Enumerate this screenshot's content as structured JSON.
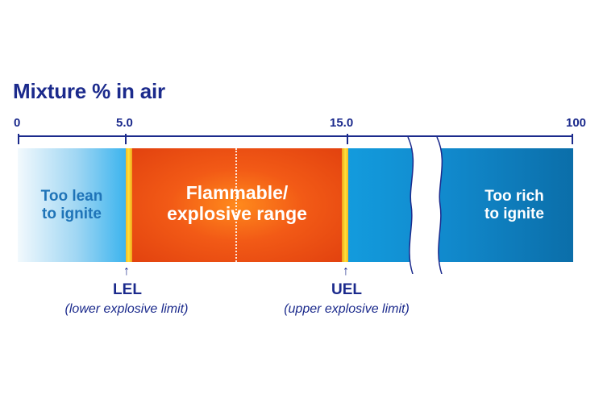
{
  "title": "Mixture % in air",
  "scale": {
    "ticks": [
      {
        "label": "0",
        "value": 0
      },
      {
        "label": "5.0",
        "value": 5.0
      },
      {
        "label": "15.0",
        "value": 15.0
      },
      {
        "label": "100",
        "value": 100
      }
    ]
  },
  "segments": {
    "lean": {
      "line1": "Too lean",
      "line2": "to ignite"
    },
    "flammable": {
      "line1": "Flammable/",
      "line2": "explosive range"
    },
    "rich": {
      "line1": "Too rich",
      "line2": "to ignite"
    }
  },
  "limits": {
    "lower": {
      "arrow": "↑",
      "name": "LEL",
      "description": "(lower explosive limit)"
    },
    "upper": {
      "arrow": "↑",
      "name": "UEL",
      "description": "(upper explosive limit)"
    }
  },
  "colors": {
    "label_navy": "#1b2a8c",
    "flammable_orange": "#e2420f",
    "rich_blue": "#1189cc",
    "lean_light_blue": "#3cb4ee",
    "limit_yellow": "#ffe23a"
  }
}
